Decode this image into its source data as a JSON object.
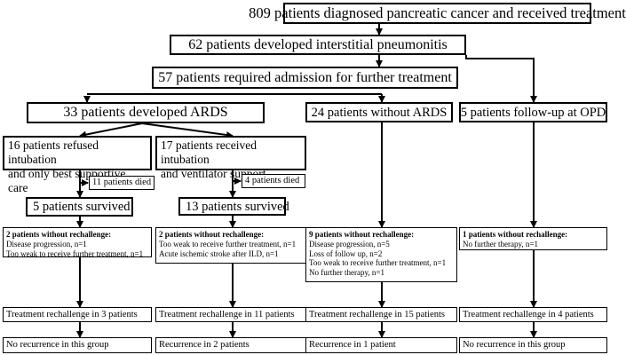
{
  "flowchart": {
    "total": "809 patients diagnosed pancreatic cancer and received treatment",
    "pneumonitis": "62 patients developed interstitial pneumonitis",
    "admission": "57 patients required admission for further treatment",
    "ards": "33 patients developed ARDS",
    "no_ards": "24 patients without ARDS",
    "opd": "5 patients follow-up at OPD",
    "refused": [
      "16 patients refused intubation",
      "and only best supportive care"
    ],
    "intubated": [
      "17 patients received intubation",
      "and ventilator support"
    ],
    "died_refused": "11 patients died",
    "died_intubated": "4 patients died",
    "survived_refused": "5 patients survived",
    "survived_intubated": "13 patients survived",
    "norechallenge_1": {
      "heading": "2 patients without rechallenge:",
      "lines": [
        "Disease progression, n=1",
        "Too weak to receive further treatment, n=1"
      ]
    },
    "norechallenge_2": {
      "heading": "2 patients without rechallenge:",
      "lines": [
        "Too weak to receive further treatment, n=1",
        "Acute ischemic stroke after ILD, n=1"
      ]
    },
    "norechallenge_3": {
      "heading": "9 patients without rechallenge:",
      "lines": [
        "Disease progression, n=5",
        "Loss of follow up, n=2",
        "Too weak to receive further treatment, n=1",
        "No further therapy, n=1"
      ]
    },
    "norechallenge_4": {
      "heading": "1 patients without rechallenge:",
      "lines": [
        "No further therapy, n=1"
      ]
    },
    "rechallenge_1": "Treatment rechallenge in 3 patients",
    "rechallenge_2": "Treatment rechallenge in 11 patients",
    "rechallenge_3": "Treatment rechallenge in 15 patients",
    "rechallenge_4": "Treatment rechallenge in 4 patients",
    "outcome_1": "No recurrence in this group",
    "outcome_2": "Recurrence in 2 patients",
    "outcome_3": "Recurrence in 1 patient",
    "outcome_4": "No recurrence in this group"
  }
}
